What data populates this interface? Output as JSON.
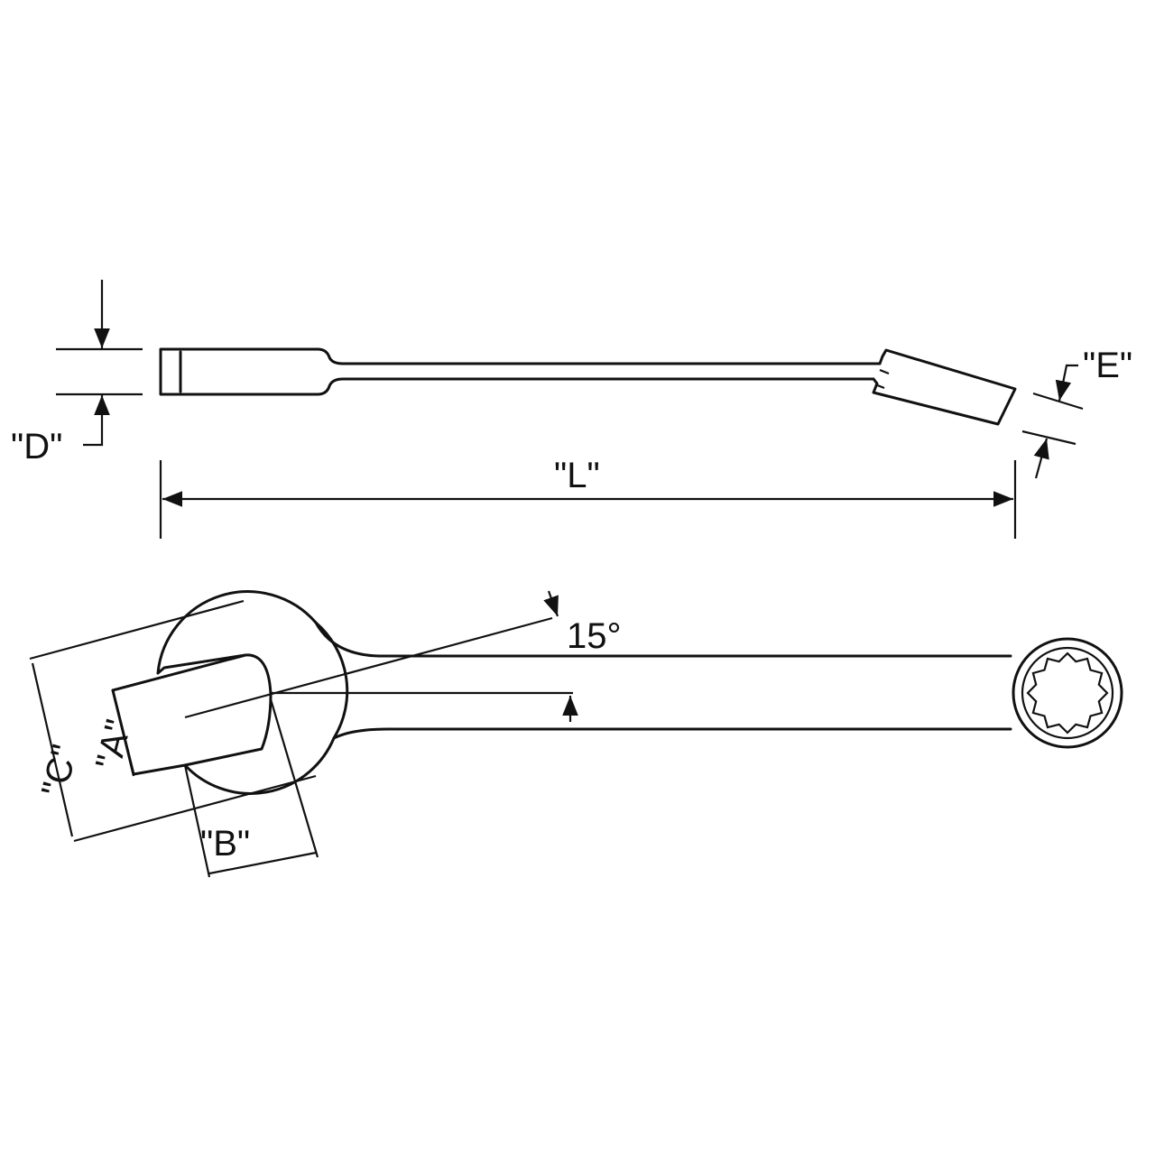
{
  "labels": {
    "d": "\"D\"",
    "e": "\"E\"",
    "l": "\"L\"",
    "angle": "15°",
    "a": "\"A\"",
    "b": "\"B\"",
    "c": "\"C\""
  },
  "colors": {
    "line": "#111111",
    "background": "#ffffff"
  }
}
